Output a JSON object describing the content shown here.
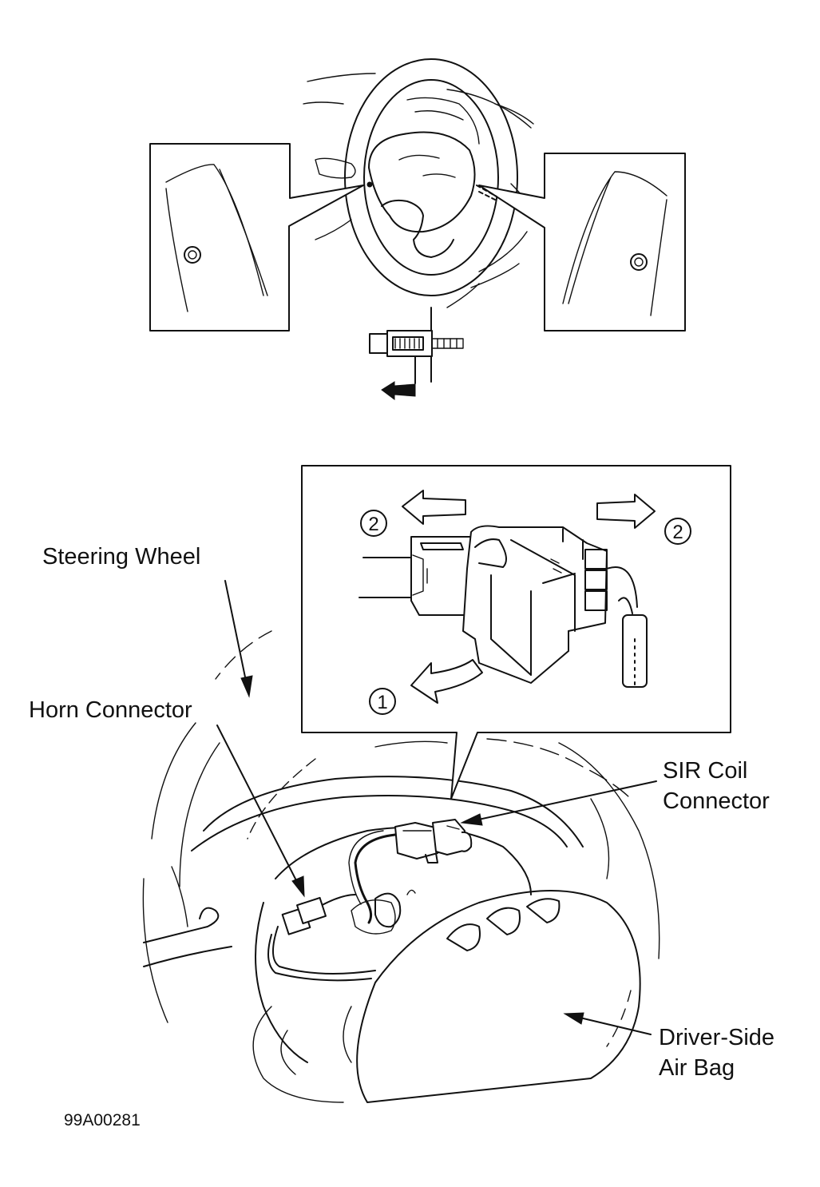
{
  "callouts": {
    "steering_wheel": "Steering Wheel",
    "horn_connector": "Horn Connector",
    "sir_coil_line1": "SIR Coil",
    "sir_coil_line2": "Connector",
    "air_bag_line1": "Driver-Side",
    "air_bag_line2": "Air Bag"
  },
  "steps": {
    "step_1": "1",
    "step_2_left": "2",
    "step_2_right": "2"
  },
  "figure_code": "99A00281"
}
